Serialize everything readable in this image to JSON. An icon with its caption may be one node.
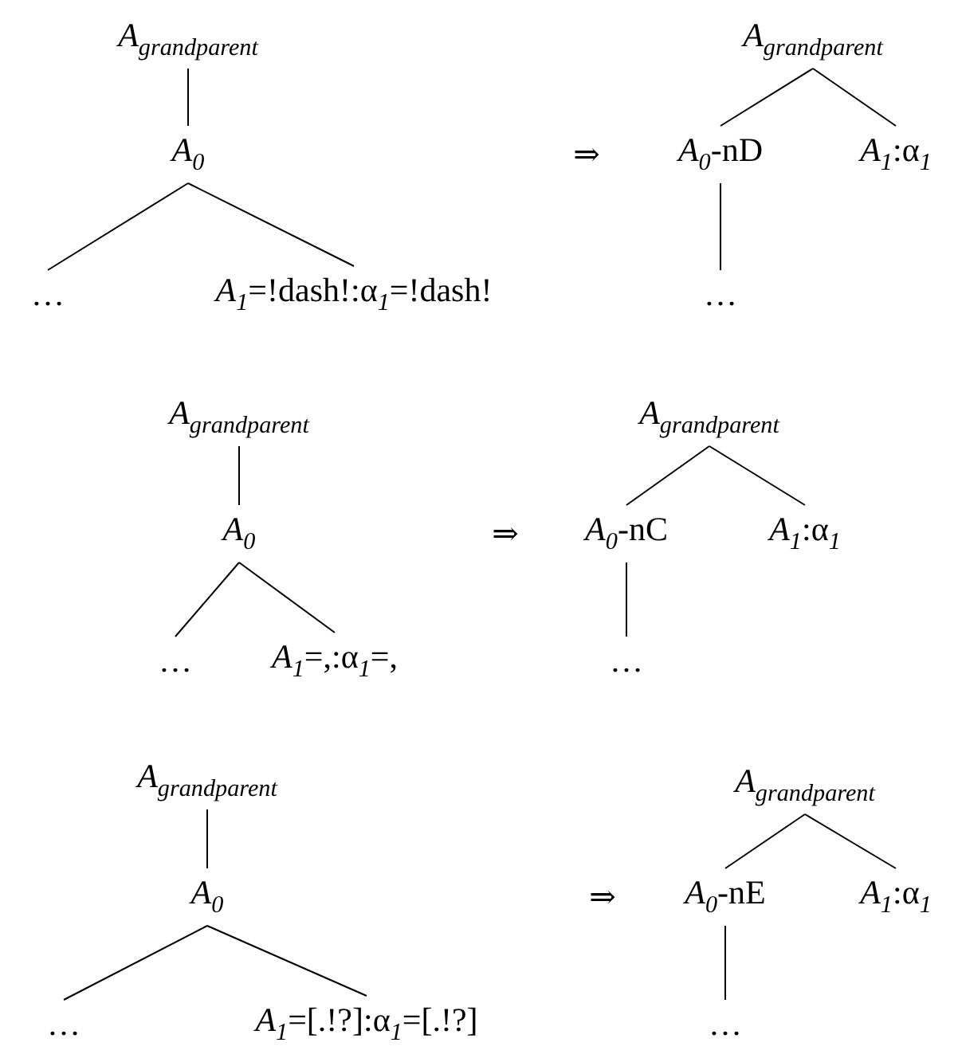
{
  "diagram": {
    "nodes": [
      {
        "text": [
          "*A*$_{grandparent}$"
        ]
      },
      {
        "text": [
          "*A*$_{0}$"
        ]
      },
      {
        "text": [
          "…"
        ]
      },
      {
        "text": [
          "*A*$_{1}$=!dash!:α$_{1}$=!dash!"
        ]
      },
      {
        "text": [
          "*A*$_{grandparent}$"
        ]
      },
      {
        "text": [
          "*A*$_{0}$-nD"
        ]
      },
      {
        "text": [
          "*A*$_{1}$:α$_{1}$"
        ]
      },
      {
        "text": [
          "…"
        ]
      },
      {
        "text": [
          "*A*$_{grandparent}$"
        ]
      },
      {
        "text": [
          "*A*$_{0}$"
        ]
      },
      {
        "text": [
          "…"
        ]
      },
      {
        "text": [
          "*A*$_{1}$=,:α$_{1}$=,"
        ]
      },
      {
        "text": [
          "*A*$_{grandparent}$"
        ]
      },
      {
        "text": [
          "*A*$_{0}$-nC"
        ]
      },
      {
        "text": [
          "*A*$_{1}$:α$_{1}$"
        ]
      },
      {
        "text": [
          "…"
        ]
      },
      {
        "text": [
          "*A*$_{grandparent}$"
        ]
      },
      {
        "text": [
          "*A*$_{0}$"
        ]
      },
      {
        "text": [
          "…"
        ]
      },
      {
        "text": [
          "*A*$_{1}$=[.!?]:α$_{1}$=[.!?]"
        ]
      },
      {
        "text": [
          "*A*$_{grandparent}$"
        ]
      },
      {
        "text": [
          "*A*$_{0}$-nE"
        ]
      },
      {
        "text": [
          "*A*$_{1}$:α$_{1}$"
        ]
      },
      {
        "text": [
          "…"
        ]
      }
    ],
    "edges": [
      {
        "from": 0,
        "to": 1,
        "arrow": "none"
      },
      {
        "from": 1,
        "to": 2,
        "arrow": "none"
      },
      {
        "from": 1,
        "to": 3,
        "arrow": "none"
      },
      {
        "from": 4,
        "to": 5,
        "arrow": "none"
      },
      {
        "from": 4,
        "to": 6,
        "arrow": "none"
      },
      {
        "from": 5,
        "to": 7,
        "arrow": "none"
      },
      {
        "from": 8,
        "to": 9,
        "arrow": "none"
      },
      {
        "from": 9,
        "to": 10,
        "arrow": "none"
      },
      {
        "from": 9,
        "to": 11,
        "arrow": "none"
      },
      {
        "from": 12,
        "to": 13,
        "arrow": "none"
      },
      {
        "from": 12,
        "to": 14,
        "arrow": "none"
      },
      {
        "from": 13,
        "to": 15,
        "arrow": "none"
      },
      {
        "from": 16,
        "to": 17,
        "arrow": "none"
      },
      {
        "from": 17,
        "to": 18,
        "arrow": "none"
      },
      {
        "from": 17,
        "to": 19,
        "arrow": "none"
      },
      {
        "from": 20,
        "to": 21,
        "arrow": "none"
      },
      {
        "from": 20,
        "to": 22,
        "arrow": "none"
      },
      {
        "from": 21,
        "to": 23,
        "arrow": "none"
      }
    ],
    "labels": [
      "⇒",
      "⇒",
      "⇒"
    ]
  }
}
